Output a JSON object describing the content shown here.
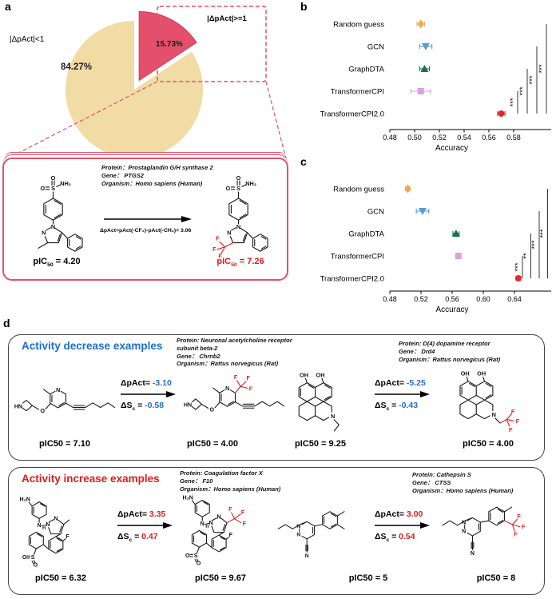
{
  "panel_labels": {
    "a": "a",
    "b": "b",
    "c": "c",
    "d": "d"
  },
  "panel_a": {
    "slice_left_label": "|ΔpAct|<1",
    "slice_right_label": "|ΔpAct|>=1",
    "example": {
      "protein": "Protein：Prostaglandin G/H synthase 2",
      "gene": "Gene： PTGS2",
      "organism": "Organism：Homo sapiens (Human)",
      "delta_equation": "ΔpAct=pAct(-CF₃)-pAct(-CH₃)= 3.06",
      "pic50_prefix": "pIC",
      "pic50_sub": "50",
      "pic50_left_value": " = 4.20",
      "pic50_right_value": " = 7.26"
    }
  },
  "chart_data": [
    {
      "type": "pie",
      "panel": "a",
      "slices": [
        {
          "label": "|ΔpAct|<1",
          "value": 84.27,
          "pct": "84.27%",
          "color": "#F1DCA6",
          "start_deg": -33.4
        },
        {
          "label": "|ΔpAct|>=1",
          "value": 15.73,
          "pct": "15.73%",
          "color": "#E4506B",
          "start_deg": -90,
          "exploded": true
        }
      ]
    },
    {
      "type": "scatter",
      "panel": "b",
      "xlabel": "Accuracy",
      "xlim": [
        0.48,
        0.6
      ],
      "xticks": [
        0.48,
        0.5,
        0.52,
        0.54,
        0.56,
        0.58
      ],
      "categories": [
        "Random guess",
        "GCN",
        "GraphDTA",
        "TransformerCPI",
        "TransformerCPI2.0"
      ],
      "values": [
        0.505,
        0.509,
        0.508,
        0.505,
        0.57
      ],
      "errors": [
        0.003,
        0.005,
        0.004,
        0.008,
        0.003
      ],
      "markers": [
        "diamond",
        "triangle-down",
        "triangle-up",
        "square",
        "circle"
      ],
      "colors": [
        "#EDA94F",
        "#5B9BD5",
        "#17744A",
        "#DD9FE0",
        "#E02B2B"
      ],
      "significance": [
        {
          "a": 4,
          "b": 3,
          "stars": "***"
        },
        {
          "a": 4,
          "b": 2,
          "stars": "***"
        },
        {
          "a": 4,
          "b": 1,
          "stars": "***"
        },
        {
          "a": 4,
          "b": 0,
          "stars": "***"
        }
      ]
    },
    {
      "type": "scatter",
      "panel": "c",
      "xlabel": "Accuracy",
      "xlim": [
        0.48,
        0.66
      ],
      "xticks": [
        0.48,
        0.52,
        0.56,
        0.6,
        0.64
      ],
      "categories": [
        "Random guess",
        "GCN",
        "GraphDTA",
        "TransformerCPI",
        "TransformerCPI2.0"
      ],
      "values": [
        0.503,
        0.522,
        0.565,
        0.568,
        0.645
      ],
      "errors": [
        0.003,
        0.008,
        0.004,
        0.002,
        0.003
      ],
      "markers": [
        "diamond",
        "triangle-down",
        "triangle-up",
        "square",
        "circle"
      ],
      "colors": [
        "#EDA94F",
        "#5B9BD5",
        "#17744A",
        "#DD9FE0",
        "#E02B2B"
      ],
      "significance": [
        {
          "a": 4,
          "b": 3,
          "stars": "***"
        },
        {
          "a": 4,
          "b": 2,
          "stars": "**"
        },
        {
          "a": 4,
          "b": 1,
          "stars": "***"
        },
        {
          "a": 4,
          "b": 0,
          "stars": "***"
        }
      ]
    }
  ],
  "panel_d": {
    "decrease_title": "Activity decrease examples",
    "increase_title": "Activity increase examples",
    "examples": [
      {
        "protein": "Protein: Neuronal acetylcholine receptor subunit beta-2",
        "gene": "Gene： Chrnb2",
        "organism": "Organism：Rattus norvegicus (Rat)",
        "dpact_label": "ΔpAct=",
        "dpact_value": " -3.10",
        "ds_main": "ΔS",
        "ds_sub": "c",
        "ds_eq": " = ",
        "ds_value": "-0.58",
        "pic50_left": "pIC50 = 7.10",
        "pic50_right": "pIC50 = 4.00"
      },
      {
        "protein": "Protein: D(4) dopamine receptor",
        "gene": "Gene： Drd4",
        "organism": "Organism：Rattus norvegicus (Rat)",
        "dpact_label": "ΔpAct=",
        "dpact_value": " -5.25",
        "ds_main": "ΔS",
        "ds_sub": "c",
        "ds_eq": " = ",
        "ds_value": "-0.43",
        "pic50_left": "pIC50 = 9.25",
        "pic50_right": "pIC50 = 4.00"
      },
      {
        "protein": "Protein: Coagulation factor X",
        "gene": "Gene： F10",
        "organism": "Organism：Homo sapiens (Human)",
        "dpact_label": "ΔpAct=",
        "dpact_value": " 3.35",
        "ds_main": "ΔS",
        "ds_sub": "c",
        "ds_eq": " = ",
        "ds_value": "0.47",
        "pic50_left": "pIC50 = 6.32",
        "pic50_right": "pIC50 = 9.67"
      },
      {
        "protein": "Protein: Cathepsin S",
        "gene": "Gene： CTSS",
        "organism": "Organism：Homo sapiens (Human)",
        "dpact_label": "ΔpAct=",
        "dpact_value": " 3.00",
        "ds_main": "ΔS",
        "ds_sub": "c",
        "ds_eq": " = ",
        "ds_value": "0.54",
        "pic50_left": "pIC50 = 5",
        "pic50_right": "pIC50 = 8"
      }
    ]
  },
  "molecules": {
    "a1": {
      "labels": [
        "O",
        "O",
        "S",
        "NH₂",
        "N",
        "N"
      ]
    },
    "a2": {
      "labels": [
        "O",
        "O",
        "S",
        "NH₂",
        "N",
        "N",
        "F",
        "F",
        "F"
      ]
    },
    "d1l": {
      "labels": [
        "HN",
        "O",
        "N"
      ]
    },
    "d1r": {
      "labels": [
        "HN",
        "O",
        "N",
        "F",
        "F",
        "F"
      ]
    },
    "d2l": {
      "labels": [
        "OH",
        "OH",
        "N"
      ]
    },
    "d2r": {
      "labels": [
        "OH",
        "OH",
        "N",
        "F",
        "F",
        "F"
      ]
    },
    "d3l": {
      "labels": [
        "H₂N",
        "N",
        "H",
        "N",
        "N",
        "F",
        "S",
        "O",
        "O"
      ]
    },
    "d3r": {
      "labels": [
        "H₂N",
        "N",
        "H",
        "N",
        "N",
        "F",
        "S",
        "O",
        "O",
        "F",
        "F",
        "F"
      ]
    },
    "d4l": {
      "labels": [
        "N",
        "N",
        "N"
      ]
    },
    "d4r": {
      "labels": [
        "N",
        "N",
        "N",
        "F",
        "F",
        "F"
      ]
    }
  }
}
